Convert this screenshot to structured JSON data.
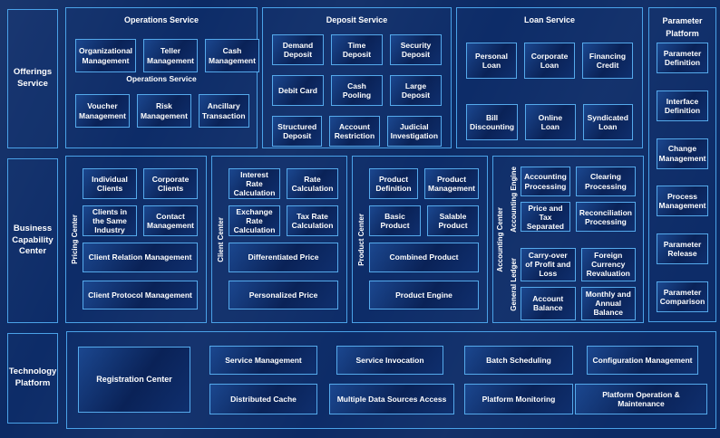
{
  "colors": {
    "background": "#0c2a64",
    "panel_border": "#4aa2e8",
    "box_border": "#55aaec",
    "box_fill_dark": "#0a2257",
    "box_fill_light": "#1b478f",
    "text": "#ffffff"
  },
  "sidebar": {
    "offerings": "Offerings Service",
    "business": "Business Capability Center",
    "technology": "Technology Platform"
  },
  "operations": {
    "title": "Operations Service",
    "subtitle": "Operations Service",
    "items": [
      "Organizational Management",
      "Teller Management",
      "Cash Management",
      "Voucher Management",
      "Risk Management",
      "Ancillary Transaction"
    ]
  },
  "deposit": {
    "title": "Deposit Service",
    "items": [
      "Demand Deposit",
      "Time Deposit",
      "Security Deposit",
      "Debit Card",
      "Cash Pooling",
      "Large Deposit",
      "Structured Deposit",
      "Account Restriction",
      "Judicial Investigation"
    ]
  },
  "loan": {
    "title": "Loan Service",
    "items": [
      "Personal Loan",
      "Corporate Loan",
      "Financing Credit",
      "Bill Discounting",
      "Online Loan",
      "Syndicated Loan"
    ]
  },
  "parameter": {
    "title_line1": "Parameter",
    "title_line2": "Platform",
    "items": [
      "Parameter Definition",
      "Interface Definition",
      "Change Management",
      "Process Management",
      "Parameter Release",
      "Parameter Comparison"
    ]
  },
  "pricing": {
    "label": "Pricing Center",
    "small": [
      "Individual Clients",
      "Corporate Clients",
      "Clients in the Same Industry",
      "Contact Management"
    ],
    "wide": [
      "Client Relation Management",
      "Client Protocol Management"
    ]
  },
  "client": {
    "label": "Client Center",
    "small": [
      "Interest Rate Calculation",
      "Rate Calculation",
      "Exchange Rate Calculation",
      "Tax Rate Calculation"
    ],
    "wide": [
      "Differentiated Price",
      "Personalized Price"
    ]
  },
  "product": {
    "label": "Product Center",
    "small": [
      "Product Definition",
      "Product Management",
      "Basic Product",
      "Salable Product"
    ],
    "wide": [
      "Combined Product",
      "Product Engine"
    ]
  },
  "accounting": {
    "label": "Accounting Center",
    "engine_label": "Accounting Engine",
    "ledger_label": "General Ledger",
    "engine_items": [
      "Accounting Processing",
      "Clearing Processing",
      "Price and Tax Separated",
      "Reconciliation Processing"
    ],
    "ledger_items": [
      "Carry-over of Profit and Loss",
      "Foreign Currency Revaluation",
      "Account Balance",
      "Monthly and Annual Balance"
    ]
  },
  "technology": {
    "registration": "Registration Center",
    "row1": [
      "Service Management",
      "Service Invocation",
      "Batch Scheduling",
      "Configuration Management"
    ],
    "row2": [
      "Distributed Cache",
      "Multiple Data Sources Access",
      "Platform Monitoring",
      "Platform Operation & Maintenance"
    ]
  }
}
